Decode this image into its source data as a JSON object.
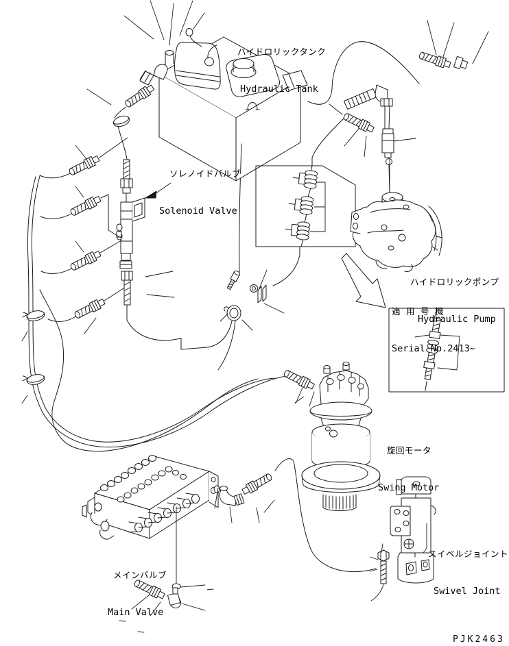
{
  "diagram": {
    "drawing_code": "PJK2463",
    "components": {
      "hydraulic_tank": {
        "label_jp": "ハイドロリックタンク",
        "label_en": "Hydraulic Tank"
      },
      "solenoid_valve": {
        "label_jp": "ソレノイドバルブ",
        "label_en": "Solenoid Valve"
      },
      "hydraulic_pump": {
        "label_jp": "ハイドロリックポンプ",
        "label_en": "Hydraulic Pump"
      },
      "serial_applicability": {
        "label_jp": "適 用 号 機",
        "label_en": "Serial No.2413~"
      },
      "swing_motor": {
        "label_jp": "旋回モータ",
        "label_en": "Swing Motor"
      },
      "main_val­ve": {
        "label_jp": "メインバルブ",
        "label_en": "Main Valve"
      },
      "main_valve": {
        "label_jp": "メインバルブ",
        "label_en": "Main Valve"
      },
      "swivel_joint": {
        "label_jp": "スイベルジョイント",
        "label_en": "Swivel Joint"
      }
    }
  }
}
